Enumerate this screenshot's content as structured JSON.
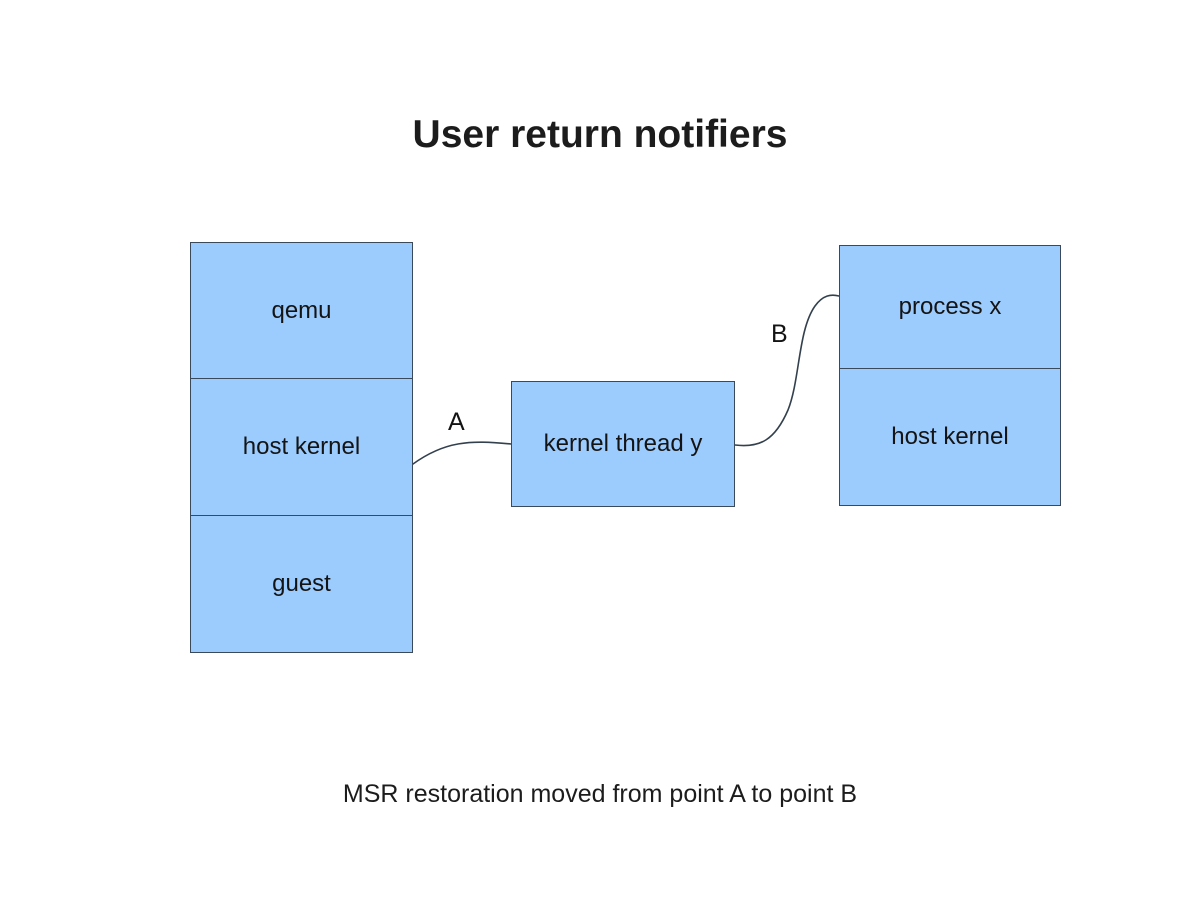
{
  "slide": {
    "title": "User return notifiers",
    "caption": "MSR restoration moved from point A to point B",
    "background_color": "#ffffff"
  },
  "colors": {
    "box_fill": "#9ccbfd",
    "box_border": "#3a4a5a",
    "text": "#141414",
    "connector": "#33404d"
  },
  "diagram": {
    "type": "block-diagram",
    "left_stack": {
      "name": "guest-vm-stack",
      "cells": [
        {
          "label": "qemu"
        },
        {
          "label": "host kernel"
        },
        {
          "label": "guest"
        }
      ]
    },
    "middle_box": {
      "name": "kernel-thread-box",
      "cells": [
        {
          "label": "kernel thread y"
        }
      ]
    },
    "right_stack": {
      "name": "process-stack",
      "cells": [
        {
          "label": "process x"
        },
        {
          "label": "host kernel"
        }
      ]
    },
    "connectors": [
      {
        "label": "A",
        "from": "left-stack host kernel",
        "to": "kernel thread y",
        "style": "curve-dotted-to-solid"
      },
      {
        "label": "B",
        "from": "kernel thread y",
        "to": "right-stack process x",
        "style": "curve-solid"
      }
    ],
    "arrows": [
      {
        "name": "guest-to-host-kernel-arrow",
        "from": "guest",
        "to": "host kernel",
        "style": "solid-filled-head"
      }
    ]
  }
}
